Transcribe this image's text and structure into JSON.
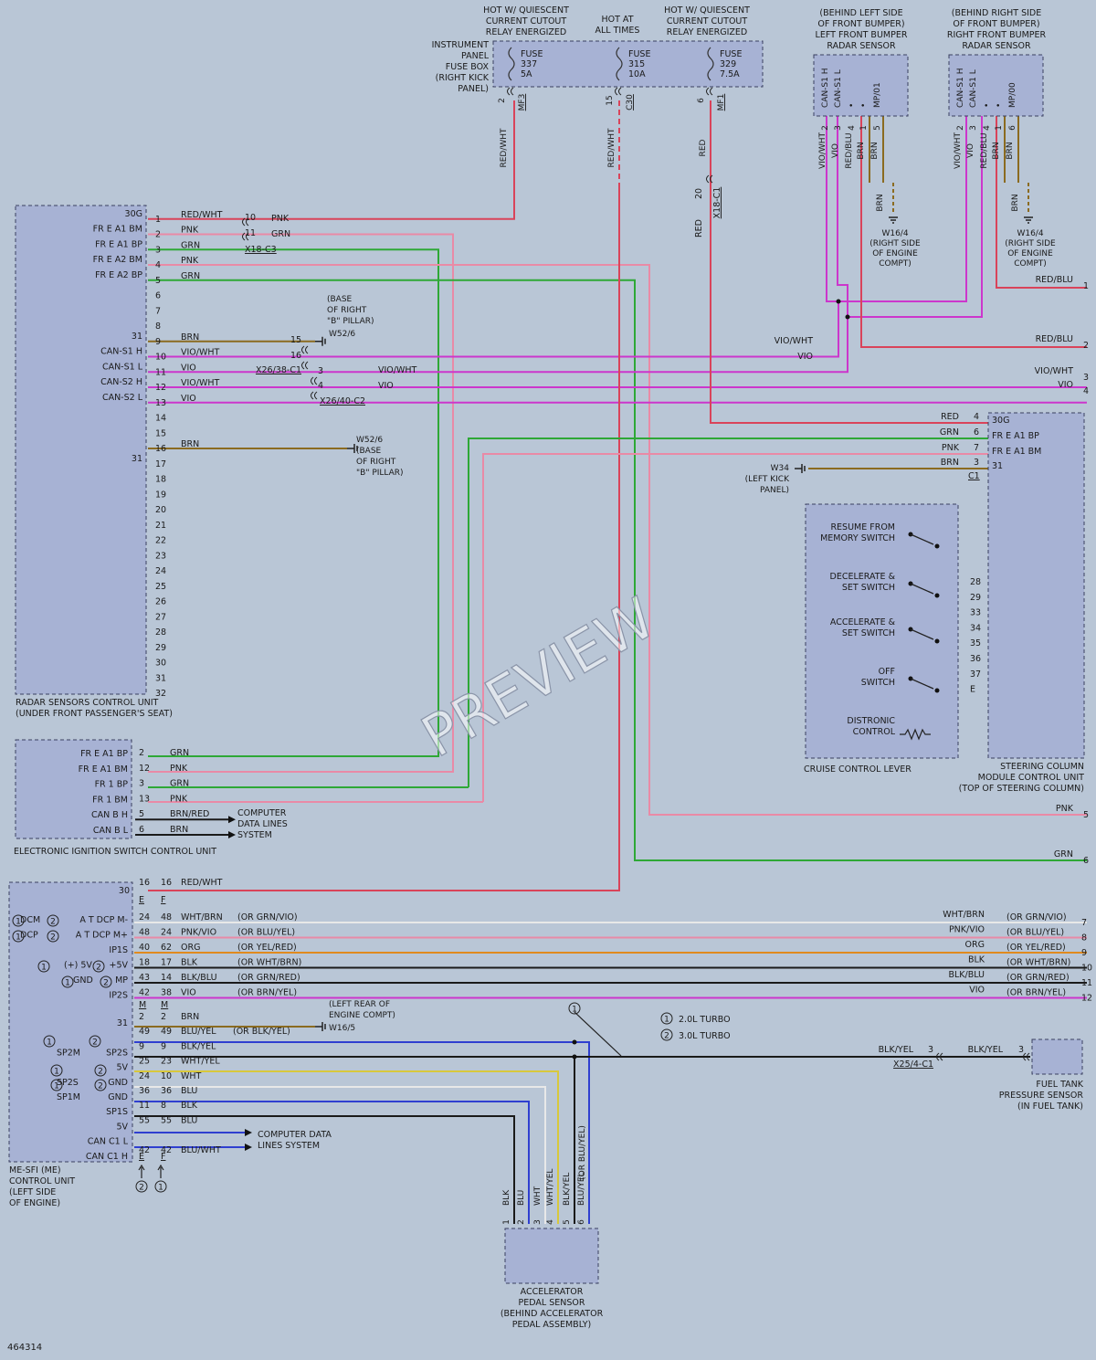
{
  "doc_id": "464314",
  "watermark": "PREVIEW",
  "colors": {
    "background": "#b9c6d6",
    "box": "#a7b2d4",
    "RED": "#d9435a",
    "PNK": "#e98aa6",
    "GRN": "#2ea836",
    "VIO": "#cc36cc",
    "BRN": "#8b6b20",
    "BLU": "#2f3fd0",
    "BLK": "#1a1a1a",
    "WHT": "#e8e8e8",
    "ORG": "#e08a1e",
    "YEL": "#d8c83c"
  },
  "fuse_box": {
    "label": [
      "INSTRUMENT",
      "PANEL",
      "FUSE BOX",
      "(RIGHT KICK",
      "PANEL)"
    ],
    "fuses": [
      {
        "header": [
          "HOT W/ QUIESCENT",
          "CURRENT CUTOUT",
          "RELAY ENERGIZED"
        ],
        "lines": [
          "FUSE",
          "337",
          "5A"
        ],
        "pin": "2",
        "conn": "MF3",
        "wire": "RED/WHT"
      },
      {
        "header": [
          "HOT AT",
          "ALL TIMES"
        ],
        "lines": [
          "FUSE",
          "315",
          "10A"
        ],
        "pin": "15",
        "conn": "C30",
        "wire": "RED/WHT"
      },
      {
        "header": [
          "HOT W/ QUIESCENT",
          "CURRENT CUTOUT",
          "RELAY ENERGIZED"
        ],
        "lines": [
          "FUSE",
          "329",
          "7.5A"
        ],
        "pin": "6",
        "conn": "MF1",
        "wire": "RED"
      }
    ]
  },
  "left_sensor": {
    "title": [
      "(BEHIND LEFT SIDE",
      "OF FRONT BUMPER)",
      "LEFT FRONT BUMPER",
      "RADAR SENSOR"
    ],
    "pins": [
      "CAN-S1 H",
      "CAN-S1 L",
      "•",
      "•",
      "MP/01"
    ],
    "pin_nums": [
      "2",
      "3",
      "4",
      "1",
      "5"
    ],
    "wires": [
      "VIO/WHT",
      "VIO",
      "RED/BLU",
      "BRN",
      "BRN"
    ]
  },
  "right_sensor": {
    "title": [
      "(BEHIND RIGHT SIDE",
      "OF FRONT BUMPER)",
      "RIGHT FRONT BUMPER",
      "RADAR SENSOR"
    ],
    "pins": [
      "CAN-S1 H",
      "CAN-S1 L",
      "•",
      "•",
      "MP/00"
    ],
    "pin_nums": [
      "2",
      "3",
      "4",
      "1",
      "6"
    ],
    "wires": [
      "VIO/WHT",
      "VIO",
      "RED/BLU",
      "BRN",
      "BRN"
    ]
  },
  "ground_w16_left": {
    "wire": "BRN",
    "label": [
      "W16/4",
      "(RIGHT SIDE",
      "OF ENGINE",
      "COMPT)"
    ]
  },
  "ground_w16_right": {
    "wire": "BRN",
    "label": [
      "W16/4",
      "(RIGHT SIDE",
      "OF ENGINE",
      "COMPT)"
    ]
  },
  "radar_unit": {
    "title": [
      "RADAR SENSORS CONTROL UNIT",
      "(UNDER FRONT PASSENGER'S SEAT)"
    ],
    "pin_labels": {
      "1": "30G",
      "2": "FR E A1 BM",
      "3": "FR E A1 BP",
      "4": "FR E A2 BM",
      "5": "FR E A2 BP",
      "9": "31",
      "10": "CAN-S1 H",
      "11": "CAN-S1 L",
      "12": "CAN-S2 H",
      "13": "CAN-S2 L",
      "17": "31"
    },
    "wire_colors": {
      "1": "RED/WHT",
      "2": "PNK",
      "3": "GRN",
      "4": "PNK",
      "5": "GRN",
      "9": "BRN",
      "10": "VIO/WHT",
      "11": "VIO",
      "12": "VIO/WHT",
      "13": "VIO",
      "16": "BRN"
    }
  },
  "splices": {
    "x18_c3": {
      "name": "X18-C3",
      "pins": [
        "10",
        "11"
      ],
      "wires": [
        "PNK",
        "GRN"
      ]
    },
    "x26_38": {
      "name": "X26/38-C1",
      "pins": [
        "15",
        "16"
      ]
    },
    "x26_40": {
      "name": "X26/40-C2",
      "pins": [
        "3",
        "4"
      ],
      "wires": [
        "VIO/WHT",
        "VIO"
      ]
    },
    "x18_c1": {
      "name": "X18-C1",
      "pin": "20",
      "wire": "RED"
    }
  },
  "ground_w52_top": {
    "name": "W52/6",
    "label": [
      "(BASE",
      "OF RIGHT",
      "\"B\" PILLAR)"
    ]
  },
  "ground_w52_bot": {
    "name": "W52/6",
    "label": [
      "(BASE",
      "OF RIGHT",
      "\"B\" PILLAR)"
    ]
  },
  "right_labels": {
    "l1": {
      "wire": "RED/BLU",
      "num": "1"
    },
    "l2": {
      "wire": "RED/BLU",
      "num": "2"
    },
    "l3": {
      "wire": "VIO/WHT",
      "num": "3"
    },
    "l4": {
      "wire": "VIO",
      "num": "4"
    },
    "l5": {
      "wire": "PNK",
      "num": "5"
    },
    "l6": {
      "wire": "GRN",
      "num": "6"
    },
    "mid_viowht": "VIO/WHT",
    "mid_vio": "VIO"
  },
  "steering_column": {
    "title": [
      "STEERING COLUMN",
      "MODULE CONTROL UNIT",
      "(TOP OF STEERING COLUMN)"
    ],
    "pins": [
      {
        "wire": "RED",
        "num": "4",
        "label": "30G"
      },
      {
        "wire": "GRN",
        "num": "6",
        "label": "FR E A1 BP"
      },
      {
        "wire": "PNK",
        "num": "7",
        "label": "FR E A1 BM"
      },
      {
        "wire": "BRN",
        "num": "3",
        "label": "31"
      }
    ],
    "conn": "C1",
    "switch_pins": [
      "28",
      "29",
      "33",
      "34",
      "35",
      "36",
      "37",
      "E"
    ]
  },
  "ground_w34": {
    "name": "W34",
    "label": [
      "(LEFT KICK",
      "PANEL)"
    ]
  },
  "cruise_lever": {
    "title": "CRUISE CONTROL LEVER",
    "items": [
      [
        "RESUME FROM",
        "MEMORY SWITCH"
      ],
      [
        "DECELERATE &",
        "SET SWITCH"
      ],
      [
        "ACCELERATE &",
        "SET SWITCH"
      ],
      [
        "OFF",
        "SWITCH"
      ],
      [
        "DISTRONIC",
        "CONTROL"
      ]
    ]
  },
  "eis": {
    "title": "ELECTRONIC IGNITION SWITCH CONTROL UNIT",
    "rows": [
      {
        "label": "FR E A1 BP",
        "pin": "2",
        "wire": "GRN"
      },
      {
        "label": "FR E A1 BM",
        "pin": "12",
        "wire": "PNK"
      },
      {
        "label": "FR 1 BP",
        "pin": "3",
        "wire": "GRN"
      },
      {
        "label": "FR 1 BM",
        "pin": "13",
        "wire": "PNK"
      },
      {
        "label": "CAN B H",
        "pin": "5",
        "wire": "BRN/RED"
      },
      {
        "label": "CAN B L",
        "pin": "6",
        "wire": "BRN"
      }
    ],
    "cds": [
      "COMPUTER",
      "DATA LINES",
      "SYSTEM"
    ]
  },
  "me": {
    "title": [
      "ME-SFI (ME)",
      "CONTROL UNIT",
      "(LEFT SIDE",
      "OF ENGINE)"
    ],
    "legend": [
      {
        "num": "1",
        "text": "2.0L TURBO"
      },
      {
        "num": "2",
        "text": "3.0L TURBO"
      }
    ],
    "conn_top": [
      "E",
      "F"
    ],
    "conn_mid": [
      "M",
      "M"
    ],
    "conn_bot": [
      "E",
      "F"
    ],
    "row30": {
      "label": "30",
      "a": "16",
      "b": "16",
      "wire": "RED/WHT"
    },
    "rows": [
      {
        "label": "A T DCP M-",
        "left": "DCM",
        "a": "24",
        "b": "48",
        "wire": "WHT/BRN",
        "alt": "(OR GRN/VIO)",
        "num": "7"
      },
      {
        "label": "A T DCP M+",
        "left": "DCP",
        "a": "48",
        "b": "24",
        "wire": "PNK/VIO",
        "alt": "(OR BLU/YEL)",
        "num": "8"
      },
      {
        "label": "IP1S",
        "left": "",
        "a": "40",
        "b": "62",
        "wire": "ORG",
        "alt": "(OR YEL/RED)",
        "num": "9"
      },
      {
        "label": "+5V",
        "left": "(+) 5V",
        "a": "18",
        "b": "17",
        "wire": "BLK",
        "alt": "(OR WHT/BRN)",
        "num": "10"
      },
      {
        "label": "MP",
        "left": "GND",
        "a": "43",
        "b": "14",
        "wire": "BLK/BLU",
        "alt": "(OR GRN/RED)",
        "num": "11"
      },
      {
        "label": "IP2S",
        "left": "",
        "a": "42",
        "b": "38",
        "wire": "VIO",
        "alt": "(OR BRN/YEL)",
        "num": "12"
      }
    ],
    "lower": [
      {
        "label": "31",
        "left": "",
        "a": "2",
        "b": "2",
        "wire": "BRN",
        "alt": ""
      },
      {
        "label": "",
        "left": "",
        "a": "49",
        "b": "49",
        "wire": "BLU/YEL",
        "alt": "(OR BLK/YEL)"
      },
      {
        "label": "SP2S",
        "left": "SP2M",
        "a": "9",
        "b": "9",
        "wire": "BLK/YEL",
        "alt": ""
      },
      {
        "label": "5V",
        "left": "",
        "a": "25",
        "b": "23",
        "wire": "WHT/YEL",
        "alt": ""
      },
      {
        "label": "GND",
        "left": "SP2S",
        "a": "24",
        "b": "10",
        "wire": "WHT",
        "alt": ""
      },
      {
        "label": "GND",
        "left": "SP1M",
        "a": "36",
        "b": "36",
        "wire": "BLU",
        "alt": ""
      },
      {
        "label": "SP1S",
        "left": "",
        "a": "11",
        "b": "8",
        "wire": "BLK",
        "alt": ""
      },
      {
        "label": "5V",
        "left": "",
        "a": "55",
        "b": "55",
        "wire": "BLU",
        "alt": ""
      },
      {
        "label": "CAN C1 L",
        "left": "",
        "a": "",
        "b": "",
        "wire": "",
        "alt": ""
      },
      {
        "label": "CAN C1 H",
        "left": "",
        "a": "42",
        "b": "42",
        "wire": "BLU/WHT",
        "alt": ""
      }
    ],
    "cds": [
      "COMPUTER DATA",
      "LINES SYSTEM"
    ],
    "w16_5": {
      "name": "W16/5",
      "label": [
        "(LEFT REAR OF",
        "ENGINE COMPT)"
      ]
    }
  },
  "fuel_tank": {
    "title": [
      "FUEL TANK",
      "PRESSURE SENSOR",
      "(IN FUEL TANK)"
    ],
    "wire": "BLK/YEL",
    "pin": "3",
    "conn": "X25/4-C1"
  },
  "accel": {
    "title": [
      "ACCELERATOR",
      "PEDAL SENSOR",
      "(BEHIND ACCELERATOR",
      "PEDAL ASSEMBLY)"
    ],
    "wires": [
      "BLK",
      "BLU",
      "WHT",
      "WHT/YEL",
      "BLK/YEL",
      "BLU/YEL"
    ],
    "pins": [
      "1",
      "2",
      "3",
      "4",
      "5",
      "6"
    ],
    "alt": "(OR BLU/YEL)"
  }
}
